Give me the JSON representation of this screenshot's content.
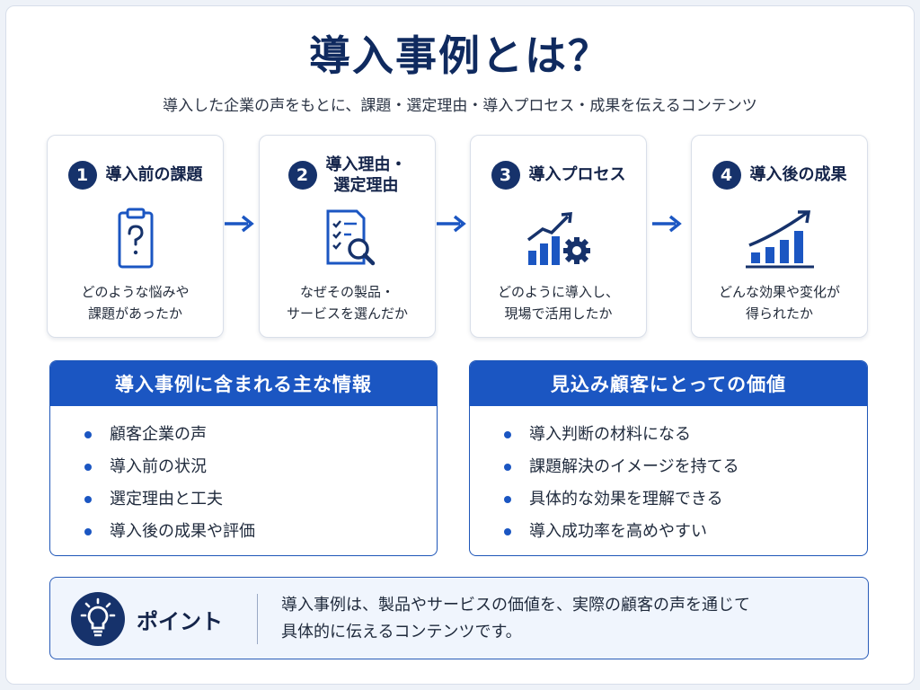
{
  "header": {
    "title": "導入事例とは？",
    "subtitle": "導入した企業の声をもとに、課題・選定理由・導入プロセス・成果を伝えるコンテンツ"
  },
  "steps": [
    {
      "number": "1",
      "title": "導入前の課題",
      "description": "どのような悩みや\n課題があったか",
      "icon": "clipboard-question-icon"
    },
    {
      "number": "2",
      "title": "導入理由・\n選定理由",
      "description": "なぜその製品・\nサービスを選んだか",
      "icon": "checklist-search-icon"
    },
    {
      "number": "3",
      "title": "導入プロセス",
      "description": "どのように導入し、\n現場で活用したか",
      "icon": "chart-gear-icon"
    },
    {
      "number": "4",
      "title": "導入後の成果",
      "description": "どんな効果や変化が\n得られたか",
      "icon": "growth-chart-icon"
    }
  ],
  "panels": {
    "left": {
      "title": "導入事例に含まれる主な情報",
      "items": [
        "顧客企業の声",
        "導入前の状況",
        "選定理由と工夫",
        "導入後の成果や評価"
      ]
    },
    "right": {
      "title": "見込み顧客にとっての価値",
      "items": [
        "導入判断の材料になる",
        "課題解決のイメージを持てる",
        "具体的な効果を理解できる",
        "導入成功率を高めやすい"
      ]
    }
  },
  "point": {
    "label": "ポイント",
    "text": "導入事例は、製品やサービスの価値を、実際の顧客の声を通じて\n具体的に伝えるコンテンツです。",
    "icon": "lightbulb-icon"
  },
  "colors": {
    "navy": "#16326b",
    "blue": "#1b56c2",
    "title": "#0f2a5f"
  }
}
